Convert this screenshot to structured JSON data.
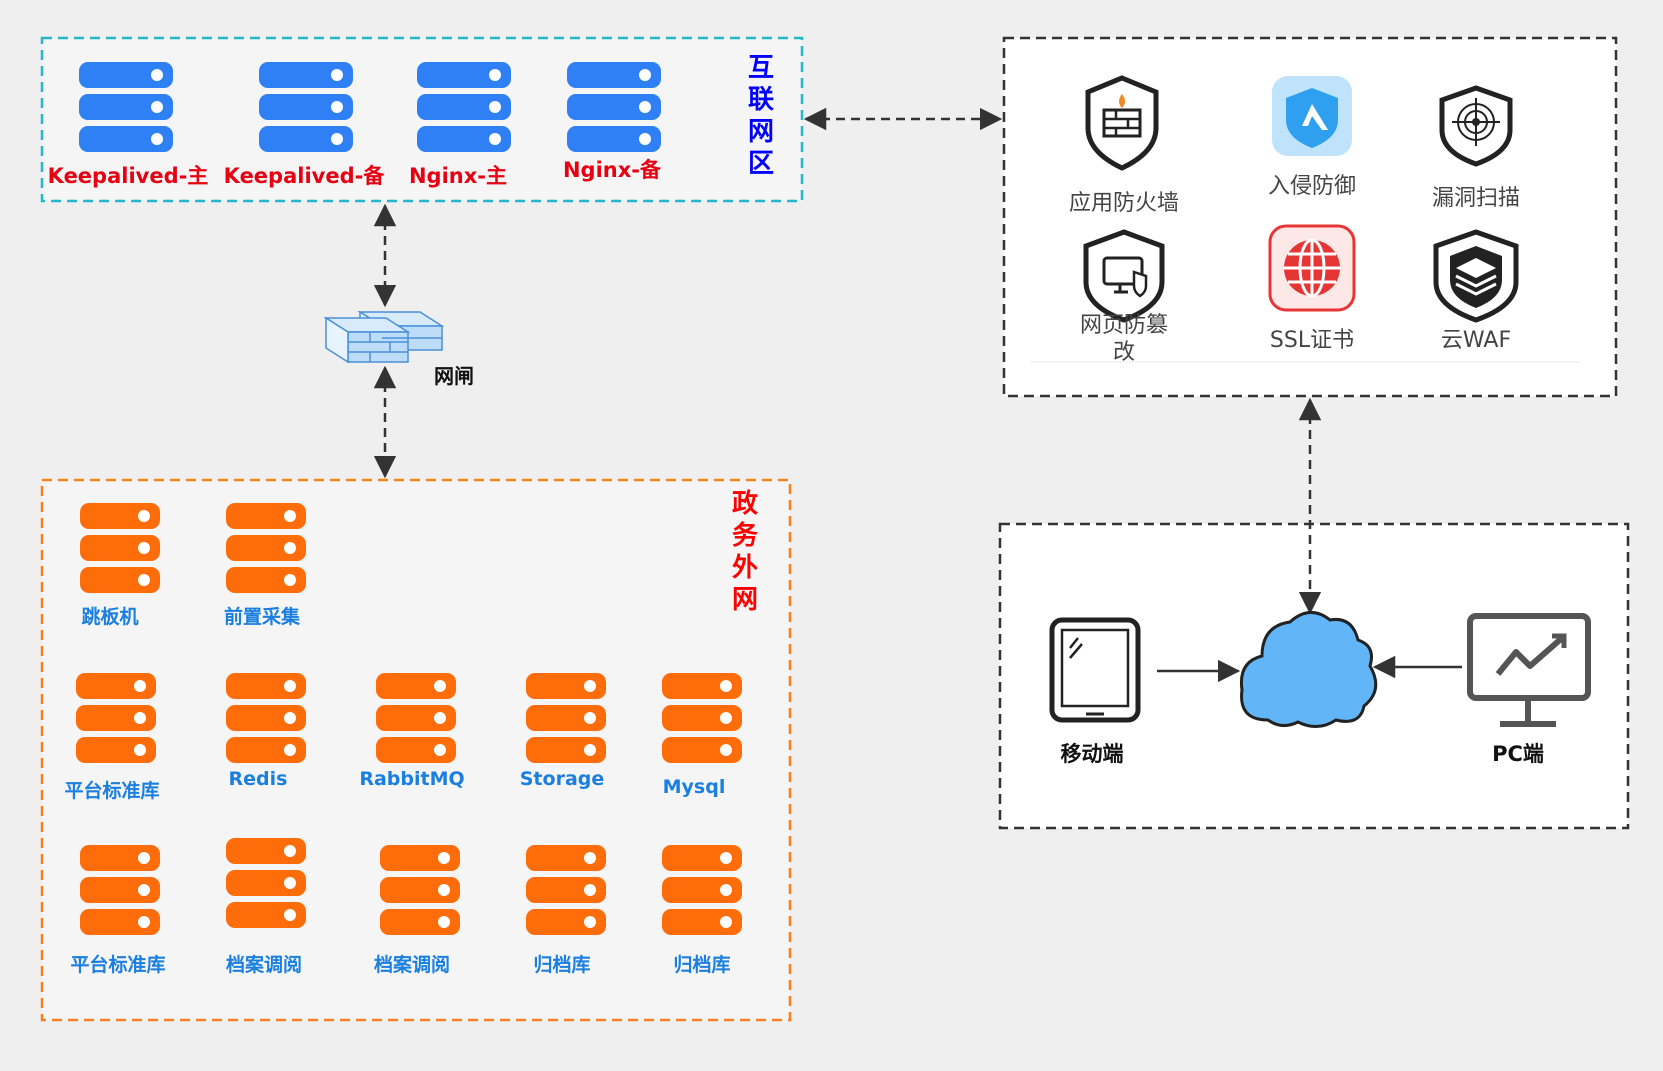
{
  "zones": {
    "internet": {
      "title": "互联网区",
      "title_color": "#0000ff",
      "border_color": "#23b7c9"
    },
    "gov": {
      "title": "政务外网",
      "title_color": "#ff0000",
      "border_color": "#f58220"
    },
    "security": {
      "border_color": "#333333"
    },
    "clients": {
      "border_color": "#333333"
    }
  },
  "internet_servers": [
    {
      "label": "Keepalived-主"
    },
    {
      "label": "Keepalived-备"
    },
    {
      "label": "Nginx-主"
    },
    {
      "label": "Nginx-备"
    }
  ],
  "gov_servers": {
    "row1": [
      {
        "label": "跳板机"
      },
      {
        "label": "前置采集"
      }
    ],
    "row2": [
      {
        "label": "平台标准库"
      },
      {
        "label": "Redis"
      },
      {
        "label": "RabbitMQ"
      },
      {
        "label": "Storage"
      },
      {
        "label": "Mysql"
      }
    ],
    "row3": [
      {
        "label": "平台标准库"
      },
      {
        "label": "档案调阅"
      },
      {
        "label": "档案调阅"
      },
      {
        "label": "归档库"
      },
      {
        "label": "归档库"
      }
    ]
  },
  "gateway": {
    "label": "网闸",
    "icon": "gateway-firewall-icon"
  },
  "security_services": [
    {
      "label": "应用防火墙",
      "icon": "firewall-shield-icon"
    },
    {
      "label": "入侵防御",
      "icon": "intrusion-defense-icon"
    },
    {
      "label": "漏洞扫描",
      "icon": "vulnerability-scan-icon"
    },
    {
      "label": "网页防篡改",
      "icon": "web-tamper-shield-icon"
    },
    {
      "label": "SSL证书",
      "icon": "ssl-globe-icon"
    },
    {
      "label": "云WAF",
      "icon": "cloud-waf-shield-icon"
    }
  ],
  "clients": {
    "mobile": {
      "label": "移动端",
      "icon": "tablet-icon"
    },
    "pc": {
      "label": "PC端",
      "icon": "monitor-chart-icon"
    },
    "cloud": {
      "icon": "cloud-icon"
    }
  },
  "colors": {
    "internet_server": "#2f80f5",
    "gov_server": "#ff6c0a",
    "internet_label": "#e60012",
    "gov_label": "#1b7fe0",
    "arrow": "#333333",
    "cloud": "#62b6f8"
  }
}
